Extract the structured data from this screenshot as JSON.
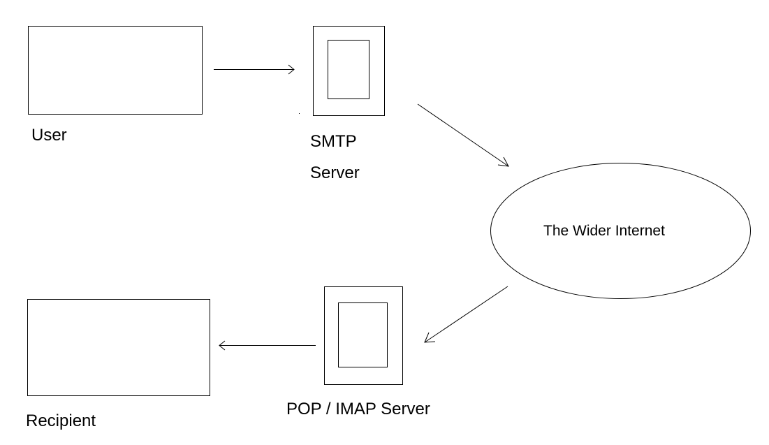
{
  "nodes": {
    "user": {
      "label": "User"
    },
    "smtp_server": {
      "label_line1": "SMTP",
      "label_line2": "Server"
    },
    "internet": {
      "label": "The Wider Internet"
    },
    "pop_imap_server": {
      "label": "POP / IMAP Server"
    },
    "recipient": {
      "label": "Recipient"
    }
  },
  "edges": [
    {
      "from": "user",
      "to": "smtp_server"
    },
    {
      "from": "smtp_server",
      "to": "internet"
    },
    {
      "from": "internet",
      "to": "pop_imap_server"
    },
    {
      "from": "pop_imap_server",
      "to": "recipient"
    }
  ],
  "colors": {
    "stroke": "#000000",
    "background": "#ffffff"
  }
}
